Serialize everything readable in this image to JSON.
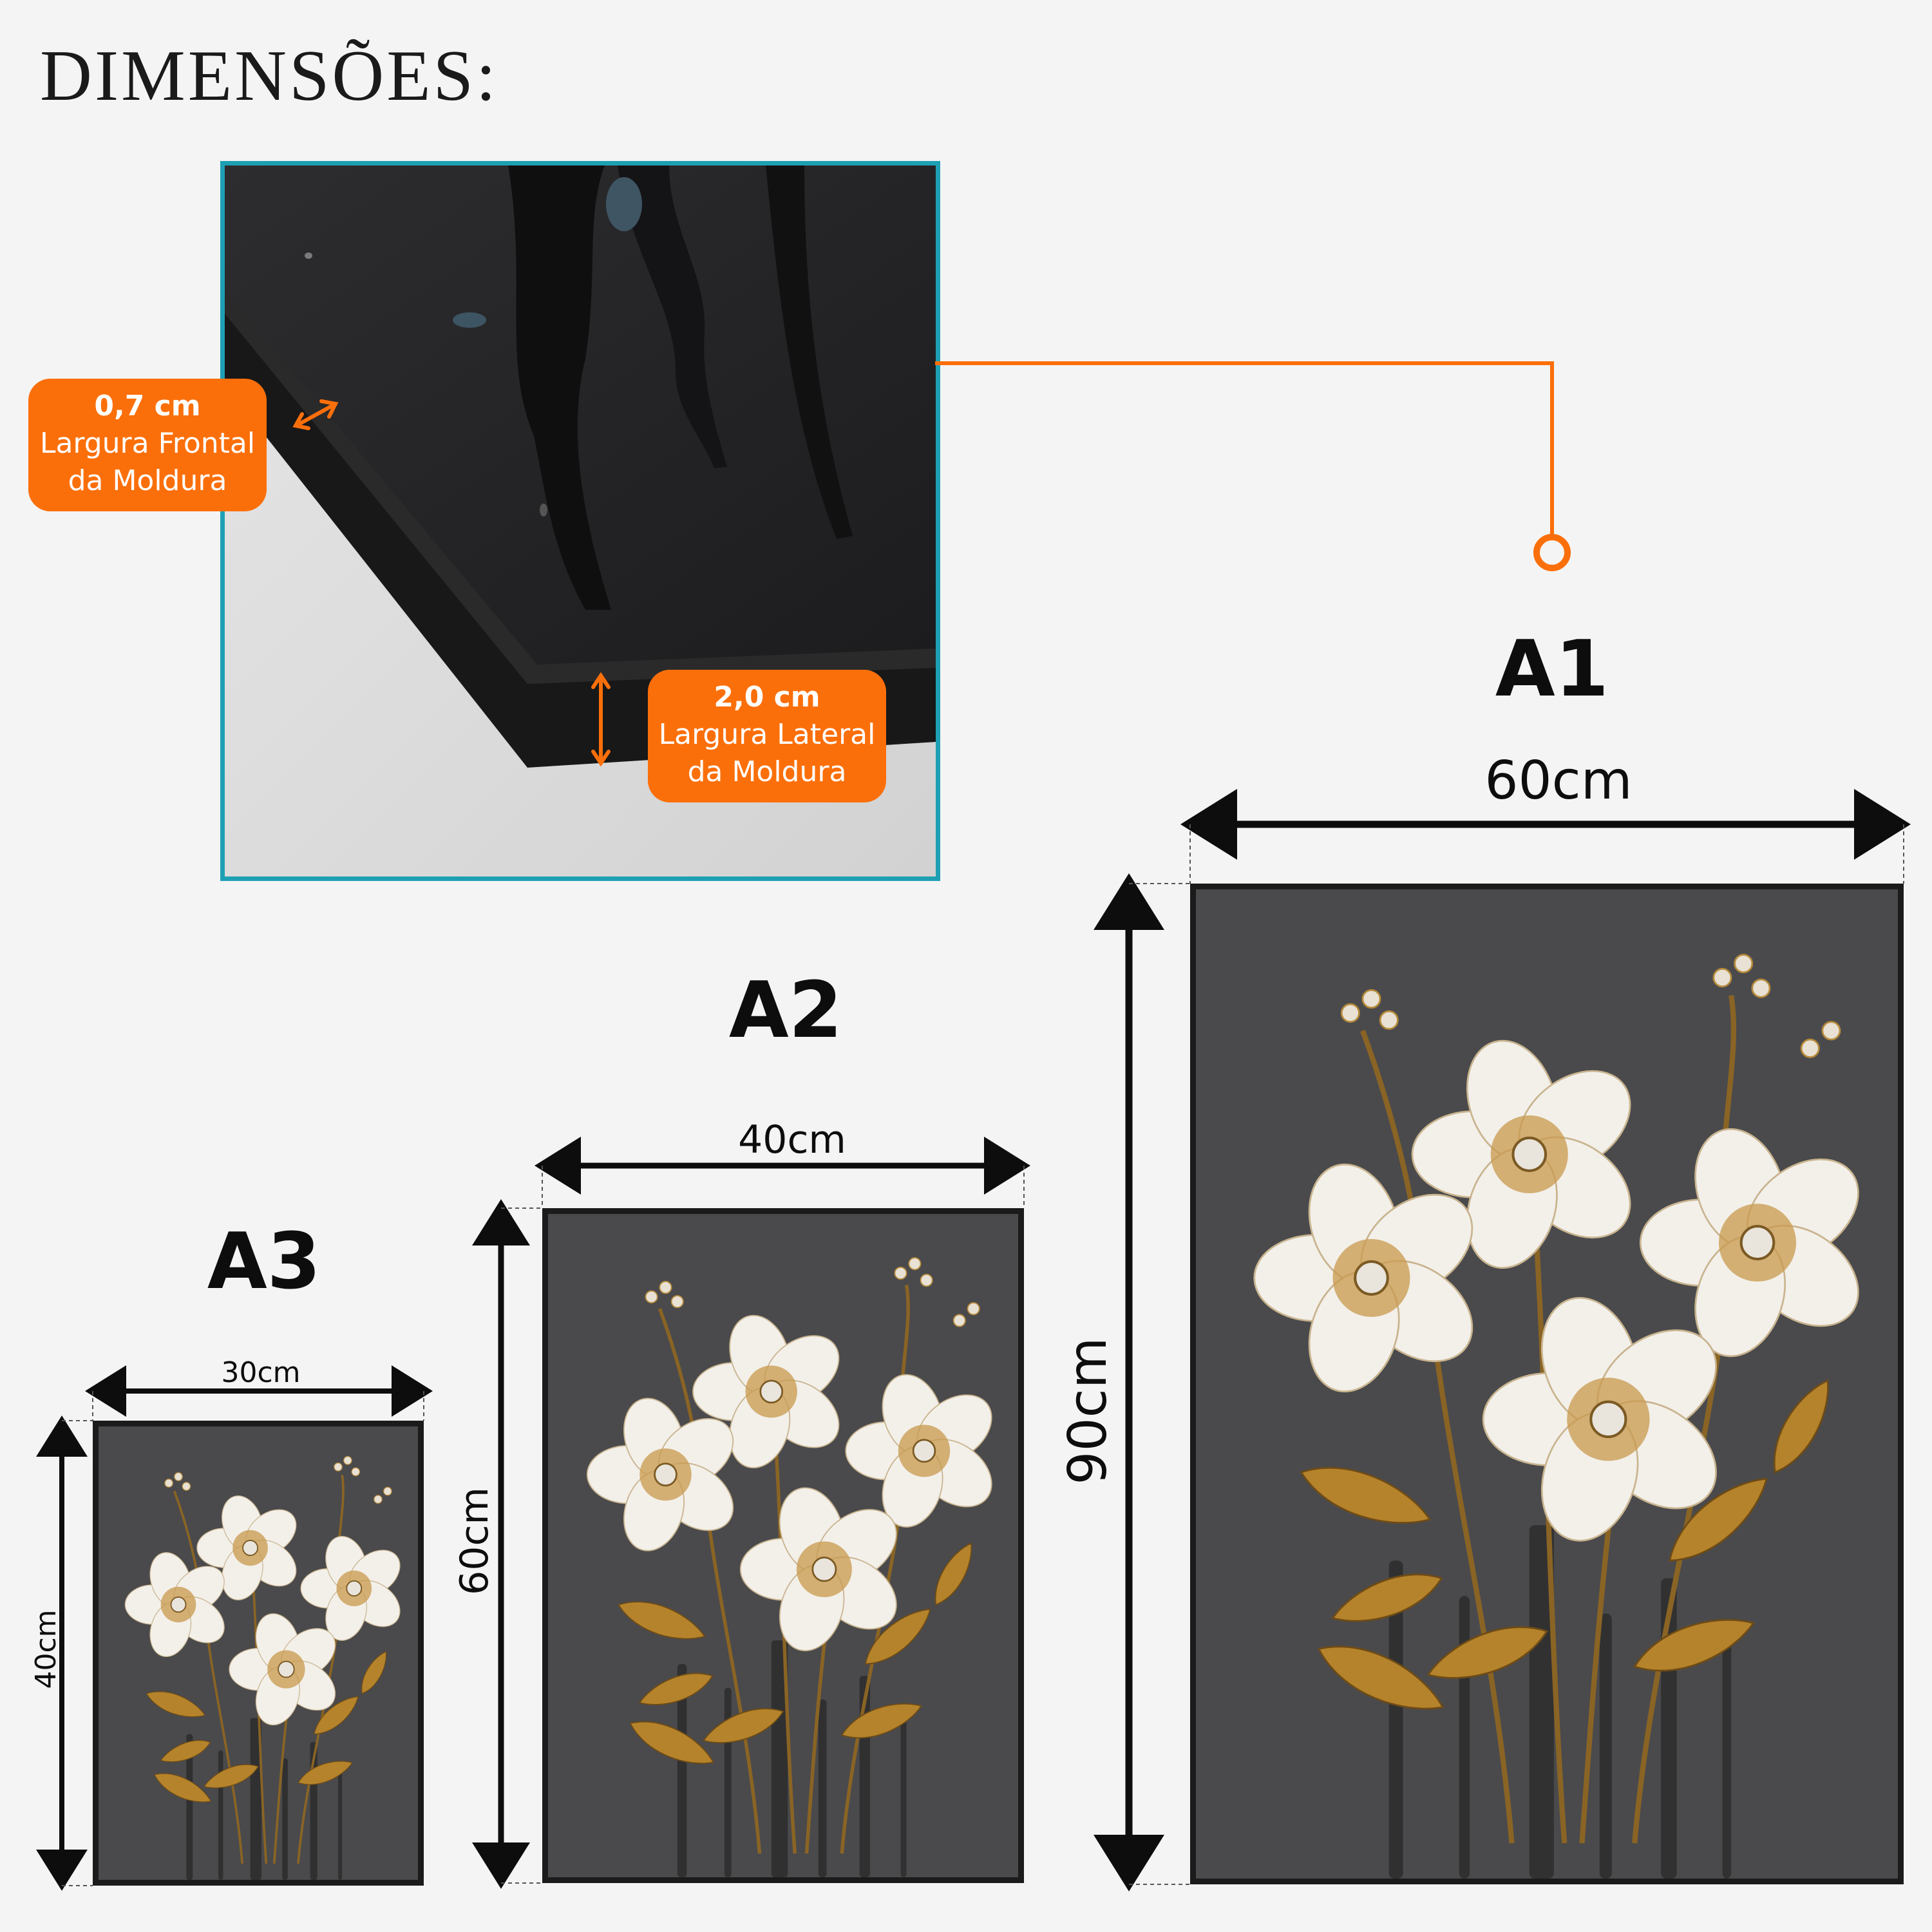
{
  "title": "DIMENSÕES:",
  "frame_detail": {
    "front_width": {
      "value": "0,7 cm",
      "line1": "Largura Frontal",
      "line2": "da Moldura"
    },
    "side_width": {
      "value": "2,0 cm",
      "line1": "Largura Lateral",
      "line2": "da Moldura"
    }
  },
  "sizes": [
    {
      "name": "A3",
      "width": "30cm",
      "height": "40cm"
    },
    {
      "name": "A2",
      "width": "40cm",
      "height": "60cm"
    },
    {
      "name": "A1",
      "width": "60cm",
      "height": "90cm"
    }
  ],
  "colors": {
    "accent_orange": "#fb6f0a",
    "panel_border": "#1ea0b4",
    "background": "#f4f4f4",
    "poster_bg": "#4a4a4c",
    "petal": "#f3f0ea",
    "gold": "#b5832b"
  }
}
